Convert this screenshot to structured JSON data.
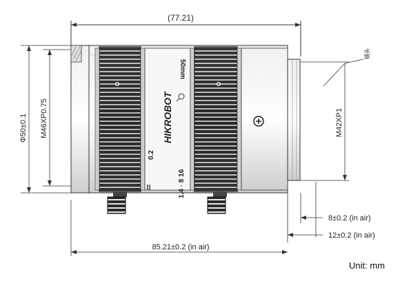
{
  "dimensions": {
    "top_overall": "(77.21)",
    "diameter_main": "Φ50±0.1",
    "thread_front": "M46XP0.75",
    "thread_mount": "M42XP1",
    "cap_note": "镜头",
    "flange_8": "8±0.2 (in air)",
    "flange_12": "12±0.2 (in air)",
    "overall_bottom": "85.21±0.2 (in air)"
  },
  "lens": {
    "brand": "HIKROBOT",
    "focal": "50mm",
    "aperture_marks": "1.4 · 8 16",
    "marking_02": "0.2"
  },
  "units": {
    "label": "Unit: mm"
  },
  "colors": {
    "line": "#333333",
    "ring": "#2b2b2b",
    "body": "#dcdcdc",
    "body_shade": "#b9b9b9",
    "accent": "#111111"
  },
  "icons": {
    "focus_lock": "screw-head-icon",
    "ring_dot": "dot-icon",
    "magnifier": "magnifier-icon"
  }
}
